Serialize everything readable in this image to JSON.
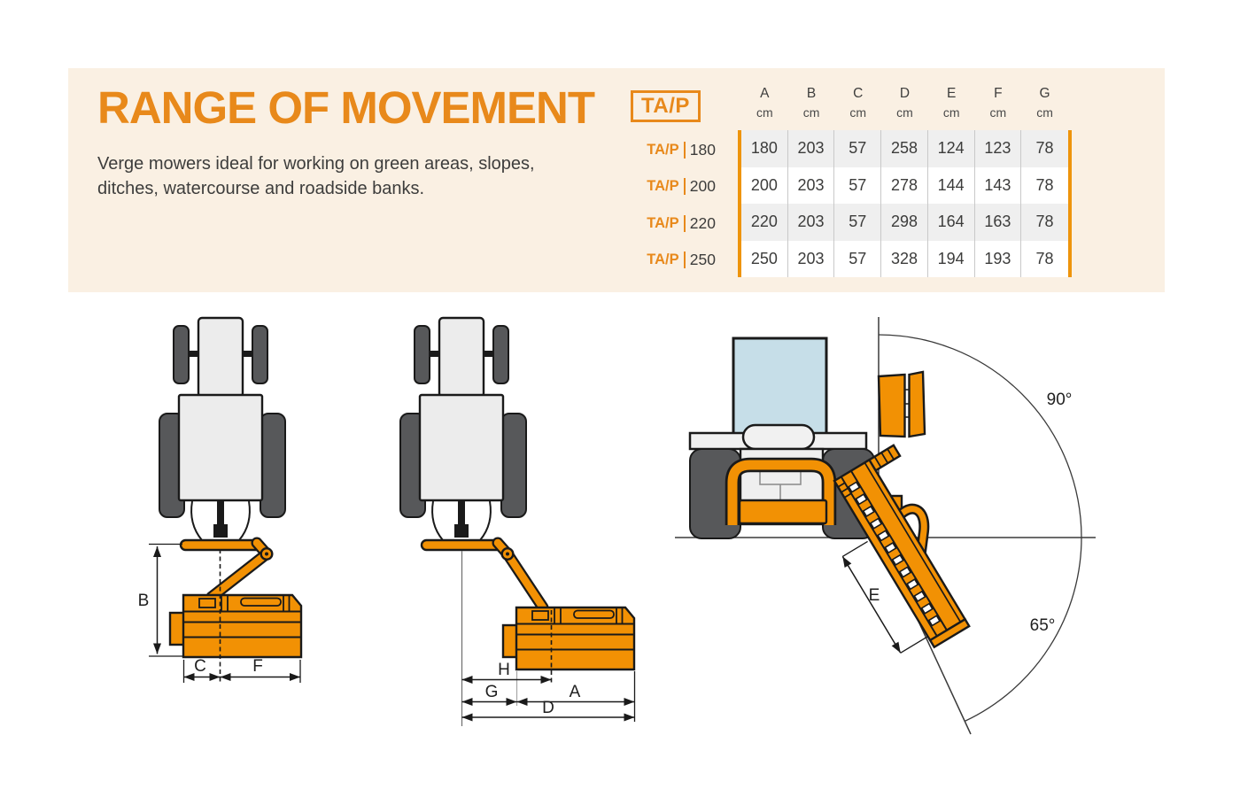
{
  "page": {
    "title": "RANGE OF MOVEMENT",
    "description_line1": "Verge mowers ideal for working on green areas, slopes,",
    "description_line2": "ditches, watercourse and roadside banks."
  },
  "table": {
    "badge": "TA/P",
    "columns": [
      {
        "letter": "A",
        "unit": "cm"
      },
      {
        "letter": "B",
        "unit": "cm"
      },
      {
        "letter": "C",
        "unit": "cm"
      },
      {
        "letter": "D",
        "unit": "cm"
      },
      {
        "letter": "E",
        "unit": "cm"
      },
      {
        "letter": "F",
        "unit": "cm"
      },
      {
        "letter": "G",
        "unit": "cm"
      }
    ],
    "rows": [
      {
        "model": "TA/P",
        "size": "180",
        "values": [
          "180",
          "203",
          "57",
          "258",
          "124",
          "123",
          "78"
        ]
      },
      {
        "model": "TA/P",
        "size": "200",
        "values": [
          "200",
          "203",
          "57",
          "278",
          "144",
          "143",
          "78"
        ]
      },
      {
        "model": "TA/P",
        "size": "220",
        "values": [
          "220",
          "203",
          "57",
          "298",
          "164",
          "163",
          "78"
        ]
      },
      {
        "model": "TA/P",
        "size": "250",
        "values": [
          "250",
          "203",
          "57",
          "328",
          "194",
          "193",
          "78"
        ]
      }
    ]
  },
  "diagrams": {
    "front_view": {
      "dim_b": "B",
      "dim_c": "C",
      "dim_f": "F"
    },
    "offset_view": {
      "dim_h": "H",
      "dim_g": "G",
      "dim_a": "A",
      "dim_d": "D"
    },
    "rear_view": {
      "dim_e": "E",
      "angle_up": "90°",
      "angle_down": "65°"
    }
  },
  "colors": {
    "accent_orange": "#E8891B",
    "machine_orange": "#F29104",
    "table_bar_orange": "#EE940B",
    "banner_peach": "#FAF0E3",
    "stripe_gray": "#EFEFEF",
    "wheel_gray": "#57585A",
    "cab_window_blue": "#C6DEE8",
    "text_dark": "#3C3C3B"
  }
}
